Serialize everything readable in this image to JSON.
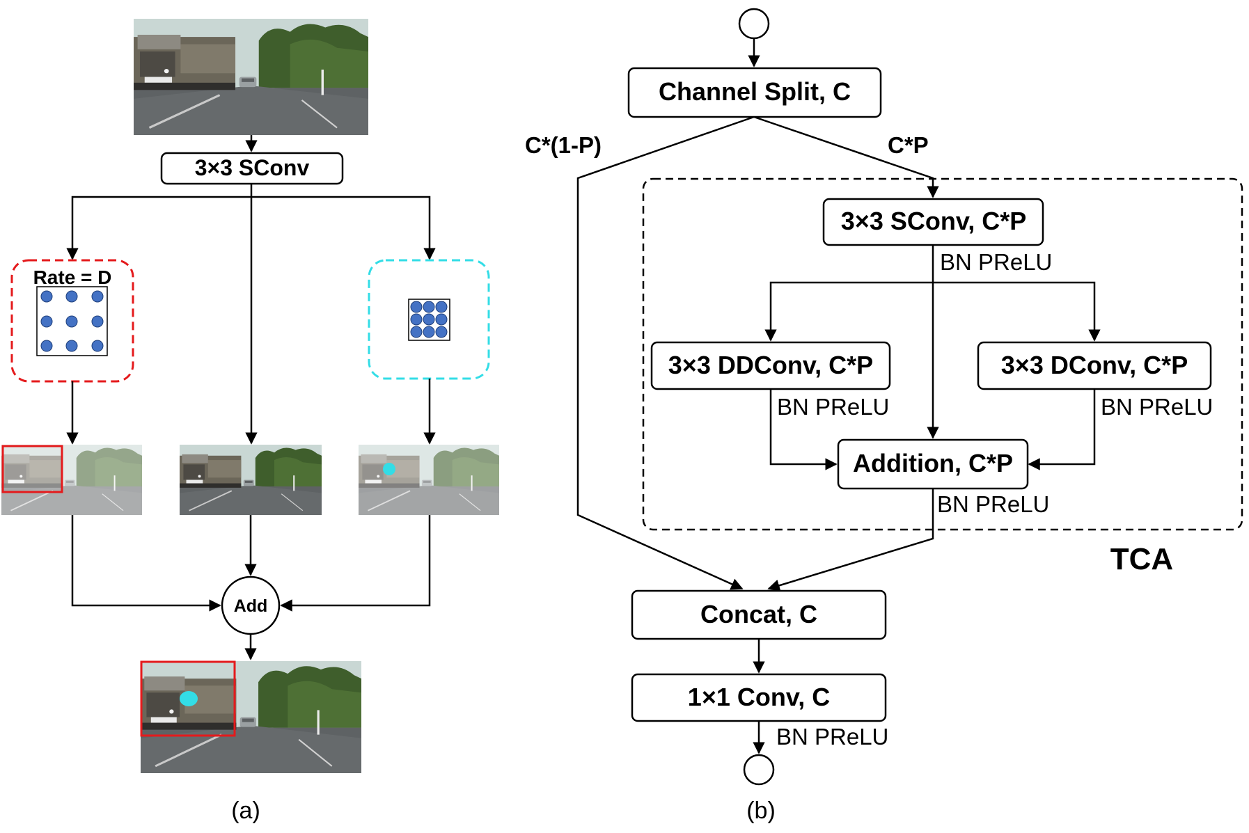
{
  "panel_a": {
    "caption": "(a)",
    "sconv": "3×3 SConv",
    "rate_label": "Rate = D",
    "add": "Add"
  },
  "panel_b": {
    "caption": "(b)",
    "channel_split": "Channel Split, C",
    "left_branch": "C*(1-P)",
    "right_branch": "C*P",
    "sconv": "3×3 SConv, C*P",
    "ddconv": "3×3 DDConv, C*P",
    "dconv": "3×3 DConv, C*P",
    "addition": "Addition, C*P",
    "concat": "Concat, C",
    "conv1x1": "1×1 Conv, C",
    "bn_prelu": "BN PReLU",
    "tca": "TCA"
  },
  "colors": {
    "line": "#000000",
    "red_highlight": "#e41a1c",
    "cyan_highlight": "#33dde6",
    "dot_fill": "#4472c4",
    "road": "#5e6264",
    "sky": "#c5d4cf",
    "trees": "#3f5e2c",
    "truck": "#6b6659"
  }
}
